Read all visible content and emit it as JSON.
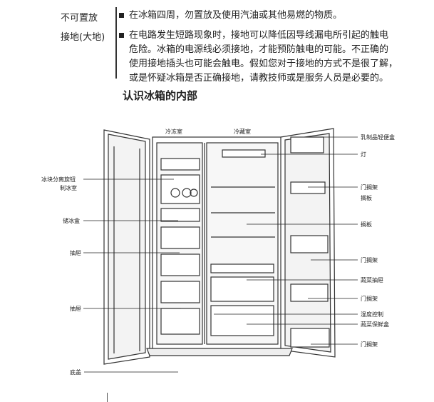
{
  "section_labels": {
    "warning": "不可置放",
    "ground": "接地(大地)"
  },
  "bullets": {
    "b1": "在冰箱四周，勿置放及使用汽油或其他易燃的物质。",
    "b2_l1": "在电路发生短路现象时，接地可以降低因导线漏电所引起的触电",
    "b2_l2": "危险。冰箱的电源线必须接地，才能预防触电的可能。不正确的",
    "b2_l3": "使用接地插头也可能会触电。假如您对于接地的方式不是很了解，",
    "b2_l4": "或是怀疑冰箱是否正确接地，请教技师或是服务人员是必要的。"
  },
  "heading": "认识冰箱的内部",
  "diagram": {
    "top_labels": {
      "freezer": "冷冻室",
      "fridge": "冷藏室"
    },
    "left_labels": {
      "ice_maker": "冰块分离旋钮",
      "ice_maker_2": "制冰室",
      "ice_box": "储冰盒",
      "drawer": "抽屉",
      "shelf": "抽屉",
      "base": "底盖"
    },
    "right_labels": {
      "dairy": "乳制品轻便盒",
      "lamp": "灯",
      "door_rack1": "门搁架",
      "shelf1": "搁板",
      "shelf2": "搁板",
      "door_rack2": "门搁架",
      "veg_drawer": "蔬菜抽屉",
      "door_rack3": "门搁架",
      "humidity": "湿度控制",
      "veg_keeper": "蔬菜保鲜盒",
      "door_rack4": "门搁架"
    }
  }
}
